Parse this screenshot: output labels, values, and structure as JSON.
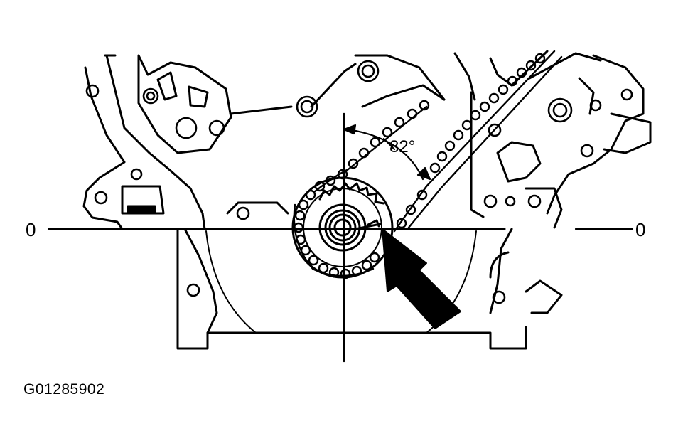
{
  "diagram": {
    "angle_label": "82°",
    "left_zero_label": "0",
    "right_zero_label": "0",
    "figure_id": "G01285902",
    "line_color": "#000000",
    "background_color": "#ffffff"
  }
}
